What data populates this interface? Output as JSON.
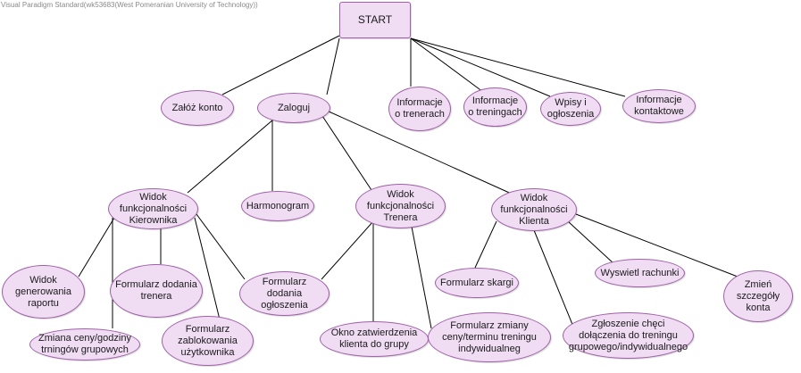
{
  "watermark": "Visual Paradigm Standard(wk53683(West Pomeranian University of Technology))",
  "diagram": {
    "root": "START",
    "nodes": {
      "start": "START",
      "zaloz_konto": "Załóż konto",
      "zaloguj": "Zaloguj",
      "info_trenerach": "Informacje\no trenerach",
      "info_treningach": "Informacje\no treningach",
      "wpisy": "Wpisy i\nogłoszenia",
      "info_kontaktowe": "Informacje\nkontaktowe",
      "widok_kierownika": "Widok\nfunkcjonalności\nKierownika",
      "harmonogram": "Harmonogram",
      "widok_trenera": "Widok\nfunkcjonalności\nTrenera",
      "widok_klienta": "Widok\nfunkcjonalności\nKlienta",
      "widok_raportu": "Widok\ngenerowania\nraportu",
      "form_dodania_trenera": "Formularz dodania\ntrenera",
      "form_dodania_ogloszenia": "Formularz\ndodania\nogłoszenia",
      "zmiana_ceny": "Zmiana ceny/godziny\ntrningów grupowych",
      "form_zablokowania": "Formularz\nzablokowania\nużytkownika",
      "okno_zatwierdzenia": "Okno zatwierdzenia\nklienta do grupy",
      "form_zmiany_ceny": "Formularz zmiany\nceny/terminu treningu\nindywidualneg",
      "form_skargi": "Formularz skargi",
      "wyswietl_rachunki": "Wyswietl rachunki",
      "zmien_szczegoly": "Zmień\nszczegóły\nkonta",
      "zgloszenie": "Zgłoszenie chęci\ndołączenia do treningu\ngrupowego/indywidualnego"
    },
    "edges": [
      [
        "start",
        "zaloz_konto"
      ],
      [
        "start",
        "zaloguj"
      ],
      [
        "start",
        "info_trenerach"
      ],
      [
        "start",
        "info_treningach"
      ],
      [
        "start",
        "wpisy"
      ],
      [
        "start",
        "info_kontaktowe"
      ],
      [
        "zaloguj",
        "widok_kierownika"
      ],
      [
        "zaloguj",
        "harmonogram"
      ],
      [
        "zaloguj",
        "widok_trenera"
      ],
      [
        "zaloguj",
        "widok_klienta"
      ],
      [
        "widok_kierownika",
        "widok_raportu"
      ],
      [
        "widok_kierownika",
        "zmiana_ceny"
      ],
      [
        "widok_kierownika",
        "form_dodania_trenera"
      ],
      [
        "widok_kierownika",
        "form_zablokowania"
      ],
      [
        "widok_kierownika",
        "form_dodania_ogloszenia"
      ],
      [
        "widok_trenera",
        "form_dodania_ogloszenia"
      ],
      [
        "widok_trenera",
        "okno_zatwierdzenia"
      ],
      [
        "widok_trenera",
        "form_zmiany_ceny"
      ],
      [
        "widok_klienta",
        "form_skargi"
      ],
      [
        "widok_klienta",
        "zgloszenie"
      ],
      [
        "widok_klienta",
        "wyswietl_rachunki"
      ],
      [
        "widok_klienta",
        "zmien_szczegoly"
      ]
    ],
    "colors": {
      "node_fill": "#f0dcf3",
      "node_border": "#a060a8",
      "edge": "#000000",
      "text": "#1a1a1a"
    }
  }
}
